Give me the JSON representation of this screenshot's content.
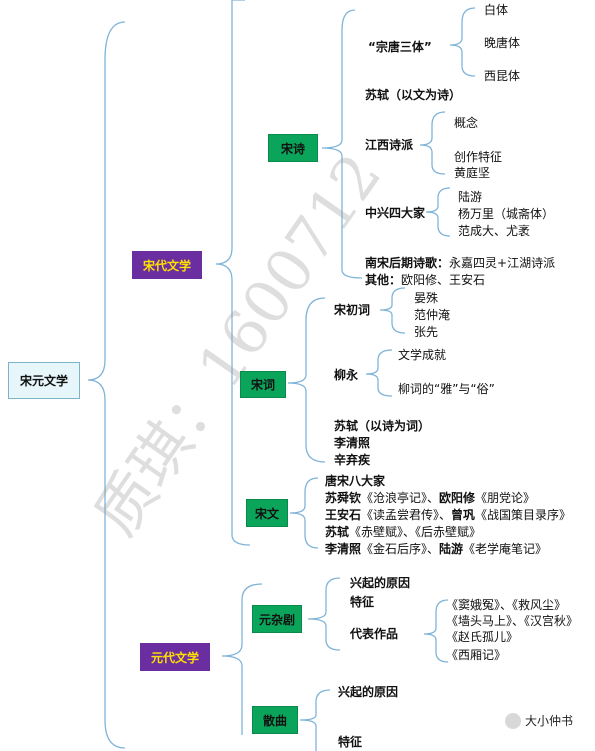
{
  "root": "宋元文学",
  "song": {
    "label": "宋代文学",
    "shi": {
      "label": "宋诗",
      "songtang": "“宗唐三体”",
      "songtang_items": [
        "白体",
        "晚唐体",
        "西昆体"
      ],
      "sushi": "苏轼（以文为诗）",
      "jiangxi": "江西诗派",
      "jiangxi_items": [
        "概念",
        "创作特征",
        "黄庭坚"
      ],
      "zhongxing": "中兴四大家",
      "zhongxing_items": [
        "陆游",
        "杨万里（城斋体）",
        "范成大、尤袤"
      ],
      "nansong_label": "南宋后期诗歌：",
      "nansong_value": "永嘉四灵+江湖诗派",
      "other_label": "其他：",
      "other_value": "欧阳修、王安石"
    },
    "ci": {
      "label": "宋词",
      "chuci": "宋初词",
      "chuci_items": [
        "晏殊",
        "范仲淹",
        "张先"
      ],
      "liuyong": "柳永",
      "liuyong_items": [
        "文学成就",
        "柳词的“雅”与“俗”"
      ],
      "sushi": "苏轼（以诗为词）",
      "liqingzhao": "李清照",
      "xinqiji": "辛弃疾"
    },
    "wen": {
      "label": "宋文",
      "lines": [
        {
          "name": "唐宋八大家",
          "rest": ""
        },
        {
          "name": "苏舜钦",
          "rest": "《沧浪亭记》、",
          "name2": "欧阳修",
          "rest2": "《朋党论》"
        },
        {
          "name": "王安石",
          "rest": "《读孟尝君传》、",
          "name2": "曾巩",
          "rest2": "《战国策目录序》"
        },
        {
          "name": "苏轼",
          "rest": "《赤壁赋》、《后赤壁赋》",
          "name2": "",
          "rest2": ""
        },
        {
          "name": "李清照",
          "rest": "《金石后序》、",
          "name2": "陆游",
          "rest2": "《老学庵笔记》"
        }
      ]
    }
  },
  "yuan": {
    "label": "元代文学",
    "zaju": {
      "label": "元杂剧",
      "reason": "兴起的原因",
      "feature": "特征",
      "works_label": "代表作品",
      "works": [
        "《窦娥冤》、《救风尘》",
        "《墙头马上》、《汉宫秋》",
        "《赵氏孤儿》",
        "《西厢记》"
      ]
    },
    "sanqu": {
      "label": "散曲",
      "reason": "兴起的原因",
      "feature": "特征"
    }
  },
  "watermark": "质琪：1600712",
  "logo_text": "大小仲书",
  "colors": {
    "purple": "#6a2ea0",
    "yellow_text": "#ffe100",
    "green": "#0aa55a",
    "line": "#7fb4d8"
  }
}
